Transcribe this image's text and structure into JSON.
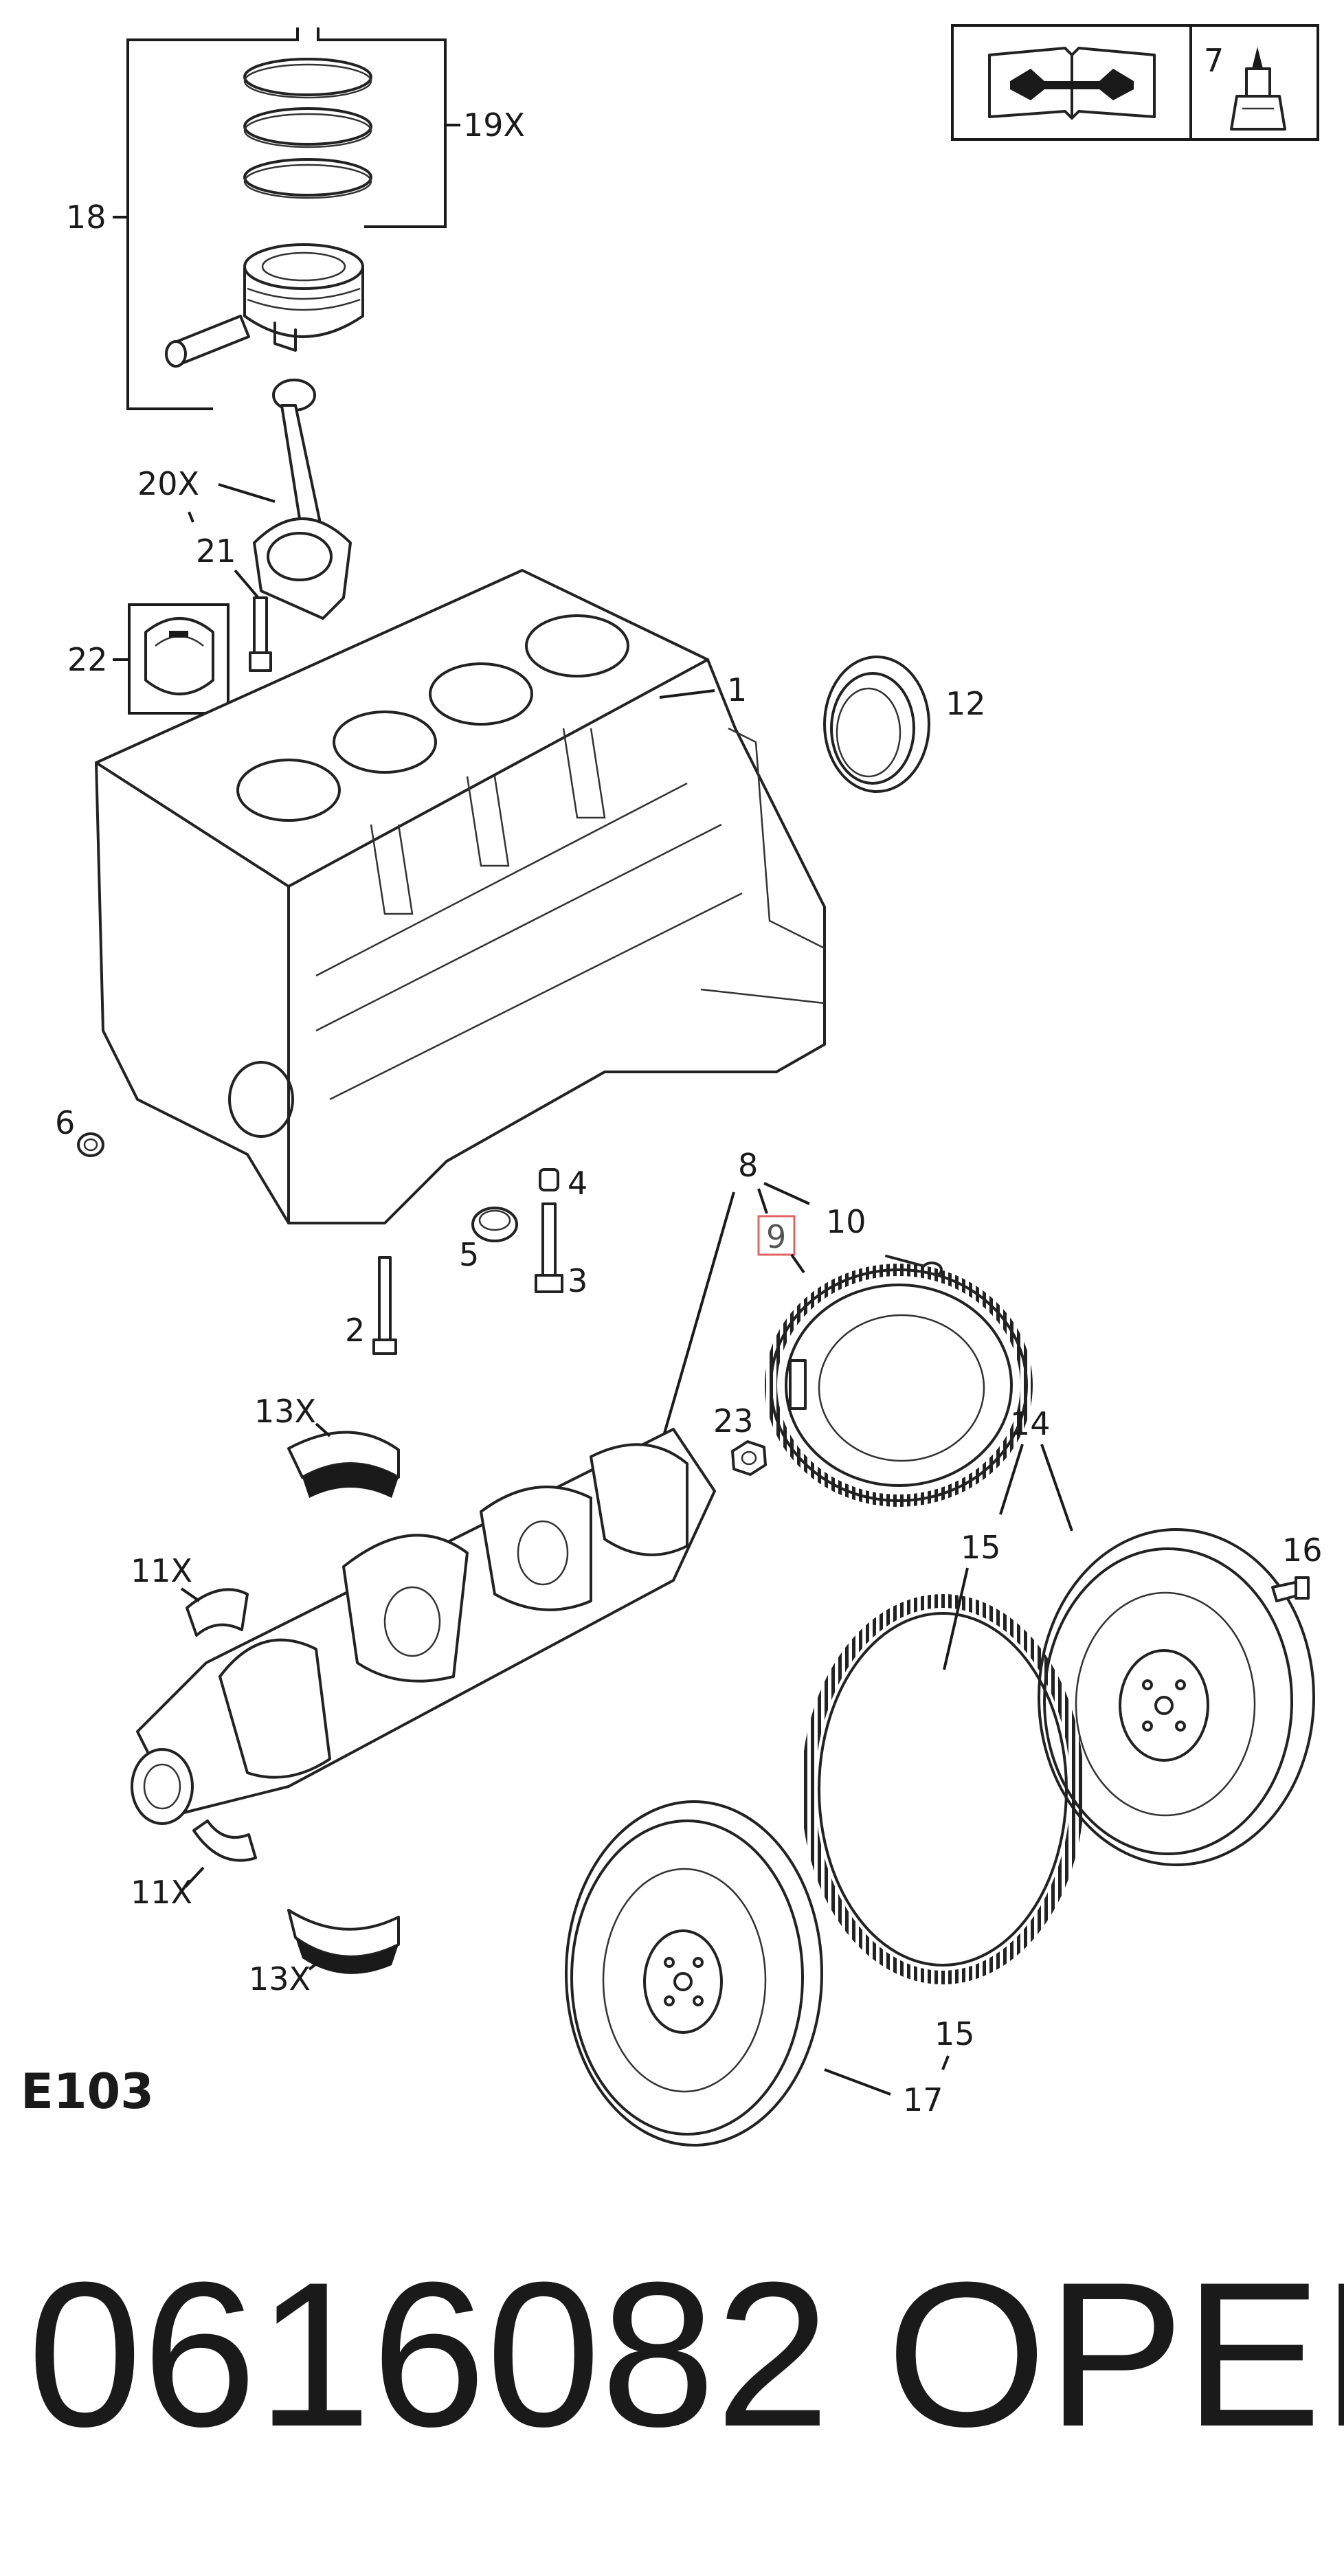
{
  "diagram": {
    "code": "E103",
    "part_number": "0616082",
    "brand": "OPEL",
    "header_ref": "7",
    "highlight_color": "#e06666",
    "highlighted_label": "9",
    "labels": {
      "l1": "1",
      "l2": "2",
      "l3": "3",
      "l4": "4",
      "l5": "5",
      "l6": "6",
      "l7": "7",
      "l8": "8",
      "l9": "9",
      "l10": "10",
      "l11a": "11X",
      "l11b": "11X",
      "l12": "12",
      "l13a": "13X",
      "l13b": "13X",
      "l14": "14",
      "l15a": "15",
      "l15b": "15",
      "l16": "16",
      "l17": "17",
      "l18": "18",
      "l19": "19X",
      "l20": "20X",
      "l21": "21",
      "l22": "22",
      "l23": "23"
    }
  }
}
